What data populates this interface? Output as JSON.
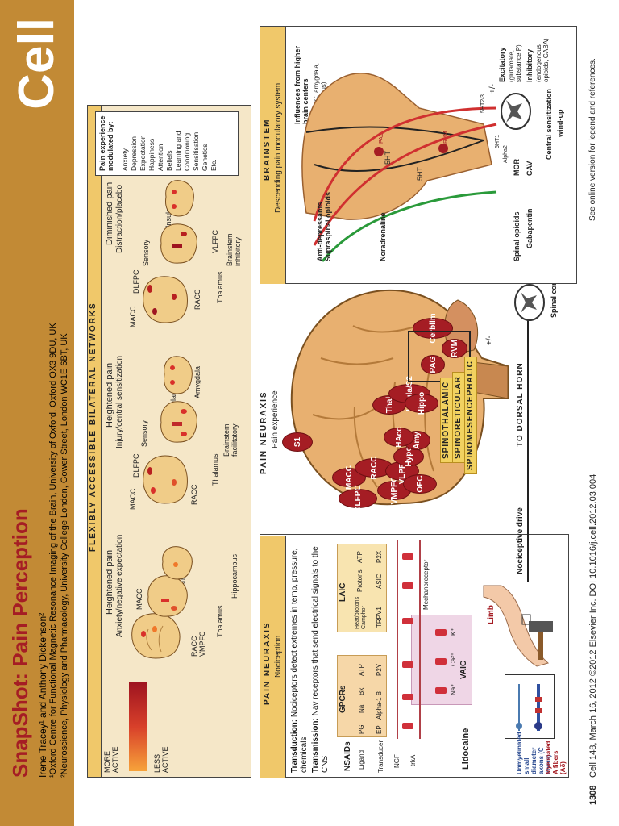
{
  "header": {
    "title": "SnapShot: Pain Perception",
    "authors": "Irene Tracey¹ and Anthony Dickenson²",
    "affil1": "¹Oxford Centre for Functional Magnetic Resonance Imaging of the Brain, University of Oxford, Oxford OX3 9DU, UK",
    "affil2": "²Neuroscience, Physiology and Pharmacology, University College London, Gower Street, London WC1E 6BT, UK",
    "journal": "Cell"
  },
  "footer": {
    "page": "1308",
    "citation": "Cell 148, March 16, 2012 ©2012 Elsevier Inc.   DOI 10.1016/j.cell.2012.03.004",
    "online": "See online version for legend and references."
  },
  "networks": {
    "banner": "FLEXIBLY ACCESSIBLE BILATERAL NETWORKS",
    "scale_more": "MORE ACTIVE",
    "scale_less": "LESS ACTIVE",
    "heightened_anx": {
      "title": "Heightened pain",
      "sub": "Anxiety/negative expectation",
      "labels": {
        "macc": "MACC",
        "insular": "Insular",
        "racc": "RACC",
        "vmpfc": "VMPFC",
        "thalamus": "Thalamus",
        "hippocampus": "Hippocampus"
      }
    },
    "heightened_inj": {
      "title": "Heightened pain",
      "sub": "Injury/central sensitization",
      "labels": {
        "macc": "MACC",
        "dlfpc": "DLFPC",
        "sensory": "Sensory",
        "insular": "Insular",
        "amygdala": "Amygdala",
        "racc": "RACC",
        "thalamus": "Thalamus",
        "brainstem": "Brainstem",
        "brainstem2": "facilitatory"
      }
    },
    "diminished": {
      "title": "Diminished pain",
      "sub": "Distraction/placebo",
      "labels": {
        "macc": "MACC",
        "dlfpc": "DLFPC",
        "sensory": "Sensory",
        "insular": "Insular",
        "racc": "RACC",
        "vlfpc": "VLFPC",
        "thalamus": "Thalamus",
        "brainstem": "Brainstem",
        "brainstem2": "inhibitory"
      }
    },
    "modulated": {
      "title": "Pain experience modulated by:",
      "items": [
        "Anxiety",
        "Depression",
        "Expectation",
        "Happiness",
        "Attention",
        "Beliefs",
        "Learning and Conditioning",
        "Sensitisation",
        "Genetics",
        "Etc."
      ]
    }
  },
  "periphery": {
    "title": "PAIN NEURAXIS",
    "subtitle": "Nociception",
    "transduction_label": "Transduction:",
    "transduction_text": "Nociceptors detect extremes in temp, pressure, chemicals",
    "transmission_label": "Transmission:",
    "transmission_text": "Nav receptors that send electrical signals to the CNS",
    "nsaids": "NSAIDs",
    "lidocaine": "Lidocaine",
    "gpcrs": "GPCRs",
    "laic": "LAIC",
    "vaic": "VAIC",
    "ligand": "Ligand",
    "transducer": "Transducer",
    "ligands": [
      "PG",
      "Na",
      "Bk",
      "ATP"
    ],
    "transducers": [
      "EP",
      "Alpha-1 B",
      "P2Y"
    ],
    "laic_ligands": [
      "Heat/protons Camphor",
      "Protons",
      "ATP"
    ],
    "laic_transducers": [
      "TRPV1",
      "ASIC",
      "P2X"
    ],
    "mechanoreceptor": "Mechanoreceptor",
    "ngf": "NGF",
    "trka": "trkA",
    "ions": [
      "Na⁺",
      "Ca²⁺",
      "K⁺"
    ],
    "limb": "Limb",
    "nociceptive_drive": "Nociceptive drive",
    "unmyelinated": "Unmyelinated small diameter axons (C fibers)",
    "myelinated": "Myelinated A fibers (Aδ)"
  },
  "neuraxis": {
    "title": "PAIN NEURAXIS",
    "subtitle": "Pain experience",
    "regions": [
      "S1",
      "MACC",
      "DLFPC",
      "RACC",
      "VMPFC",
      "VLPFC",
      "OFC",
      "Hypo",
      "Amy",
      "HAcc",
      "Thal",
      "Insula/S2",
      "Hippo",
      "PAG",
      "RVM",
      "Cerbllm"
    ],
    "paths": [
      "SPINOTHALAMIC",
      "SPINORETICULAR",
      "SPINOMESENCEPHALIC"
    ],
    "to_dorsal": "TO DORSAL HORN",
    "spinal_cord": "Spinal cord",
    "plusminus": "+/-"
  },
  "brainstem": {
    "title": "BRAINSTEM",
    "subtitle": "Descending pain modulatory system",
    "influences": "Influences from higher brain centers",
    "influences2": "(e.g. ACC, amygdala, hypothalamus)",
    "pag": "PAG",
    "rvm": "RVM",
    "antidep": "Anti-depressants",
    "supraspinal": "Supraspinal opioids",
    "noradrenaline": "Noradrenaline",
    "fiveht": "5HT",
    "receptors": [
      "5HT2/3",
      "5HT1",
      "Alpha2"
    ],
    "plusminus": "+/-",
    "excitatory": "Excitatory",
    "excitatory_sub": "(glutamate, substance P)",
    "inhibitory": "Inhibitory",
    "inhibitory_sub": "(endogenous opioids, GABA)",
    "spinal_opioids": "Spinal opioids",
    "gabapentin": "Gabapentin",
    "mor": "MOR",
    "cav": "CAV",
    "central": "Central sensitization",
    "windup": "wind-up"
  },
  "colors": {
    "gold": "#c28a35",
    "region_red": "#a51d24",
    "beige": "#f5e7c8",
    "brain_tan": "#e8b070"
  }
}
